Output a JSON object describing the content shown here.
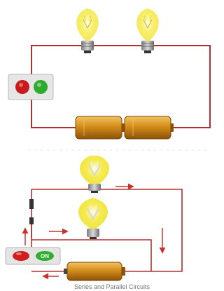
{
  "circuit_series": {
    "switch": {
      "off_label": "",
      "on_label": ""
    },
    "bulb_count": 2,
    "battery_count": 2
  },
  "circuit_parallel": {
    "switch": {
      "off_label": "",
      "on_label": "ON"
    },
    "bulb_count": 2,
    "battery_count": 1,
    "caption": "Series and Parallel Circuits"
  },
  "colors": {
    "wire": "#b03030",
    "bulb_glow": "#f4ea40",
    "bulb_base": "#9a9a9a",
    "battery": "#cf8a18",
    "switch_off": "#d02020",
    "switch_on": "#2fb030"
  }
}
